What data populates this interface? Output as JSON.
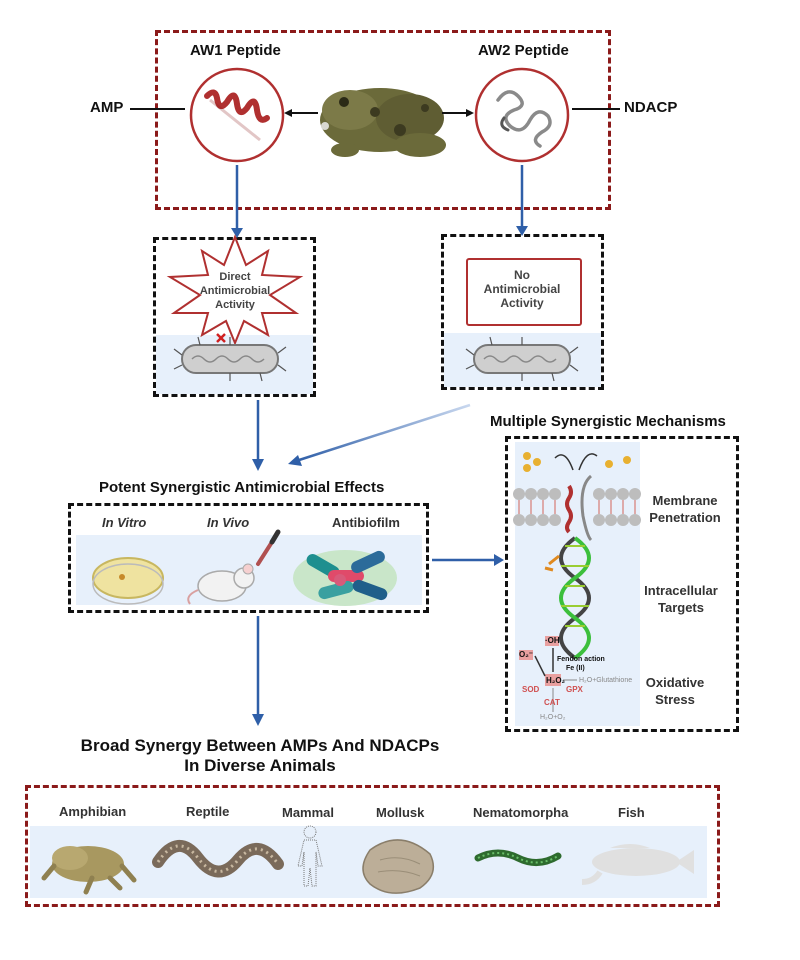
{
  "top": {
    "aw1_label": "AW1 Peptide",
    "aw2_label": "AW2 Peptide",
    "amp_label": "AMP",
    "ndacp_label": "NDACP"
  },
  "left_box": {
    "burst_line1": "Direct",
    "burst_line2": "Antimicrobial",
    "burst_line3": "Activity"
  },
  "right_box": {
    "line1": "No",
    "line2": "Antimicrobial",
    "line3": "Activity"
  },
  "synergy": {
    "title": "Potent Synergistic Antimicrobial Effects",
    "in_vitro": "In Vitro",
    "in_vivo": "In Vivo",
    "antibiofilm": "Antibiofilm"
  },
  "mechanisms": {
    "title": "Multiple Synergistic Mechanisms",
    "membrane_line1": "Membrane",
    "membrane_line2": "Penetration",
    "intracellular_line1": "Intracellular",
    "intracellular_line2": "Targets",
    "oxidative_line1": "Oxidative",
    "oxidative_line2": "Stress",
    "o2_label": "O₂⁻",
    "oh_label": "·OH",
    "h2o2_label": "H₂O₂",
    "fenton_line1": "Fendon action",
    "fenton_line2": "Fe (II)",
    "sod_label": "SOD",
    "gpx_label": "GPX",
    "cat_label": "CAT",
    "glutathione_label": "H₂O+Glutathione",
    "h2o_o2_label": "H₂O+O₂"
  },
  "broad": {
    "title_line1": "Broad Synergy Between AMPs And NDACPs",
    "title_line2": "In Diverse Animals",
    "animals": [
      "Amphibian",
      "Reptile",
      "Mammal",
      "Mollusk",
      "Nematomorpha",
      "Fish"
    ]
  },
  "colors": {
    "red_dashed": "#8b1a1a",
    "arrow_blue": "#2f5fa8",
    "band_blue": "#e7f0fb",
    "helix_red": "#b03030"
  }
}
